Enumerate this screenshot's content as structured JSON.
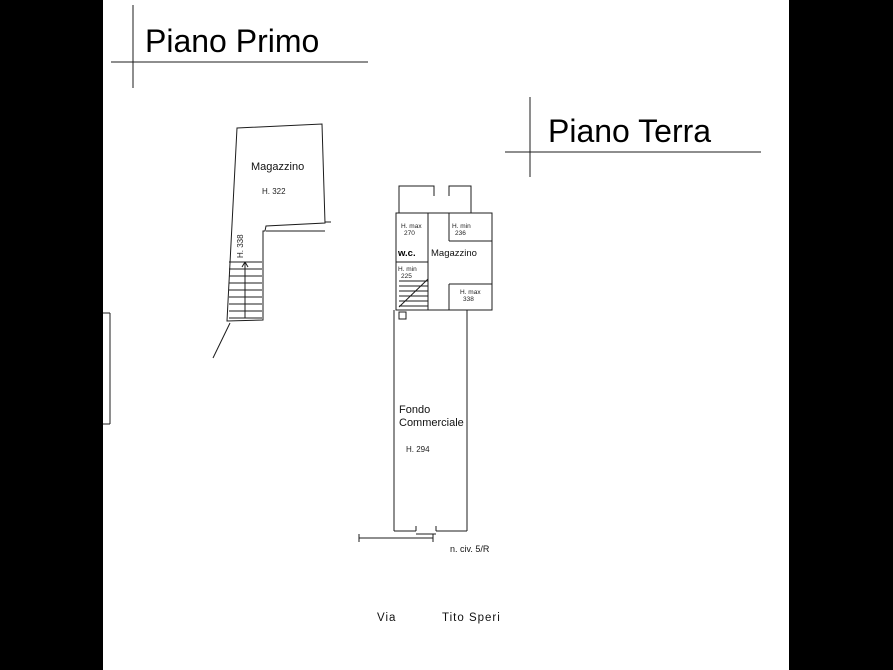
{
  "canvas": {
    "background": "#000000",
    "paper": "#ffffff",
    "line_color": "#1c1c1c"
  },
  "titles": {
    "first_floor": "Piano Primo",
    "ground_floor": "Piano Terra"
  },
  "first_floor": {
    "room": "Magazzino",
    "room_height": "H. 322",
    "stair_height": "H. 338"
  },
  "ground_floor": {
    "wc": "w.c.",
    "storage": "Magazzino",
    "h_max_label": "H. max",
    "h_max_value": "270",
    "h_min_label": "H. min",
    "h_min_value": "236",
    "stair_h_label": "H. min",
    "stair_h_value": "225",
    "back_h_label": "H. max",
    "back_h_value": "338",
    "shop_line1": "Fondo",
    "shop_line2": "Commerciale",
    "shop_height": "H. 294",
    "civic_number": "n. civ. 5/R"
  },
  "street": {
    "prefix": "Via",
    "name": "Tito Speri"
  }
}
